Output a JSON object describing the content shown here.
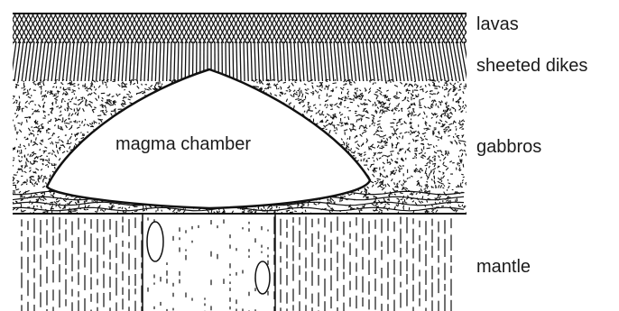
{
  "labels": {
    "lavas": "lavas",
    "sheeted_dikes": "sheeted dikes",
    "gabbros": "gabbros",
    "mantle": "mantle",
    "magma_chamber": "magma chamber"
  },
  "colors": {
    "ink": "#111111",
    "paper": "#ffffff"
  }
}
